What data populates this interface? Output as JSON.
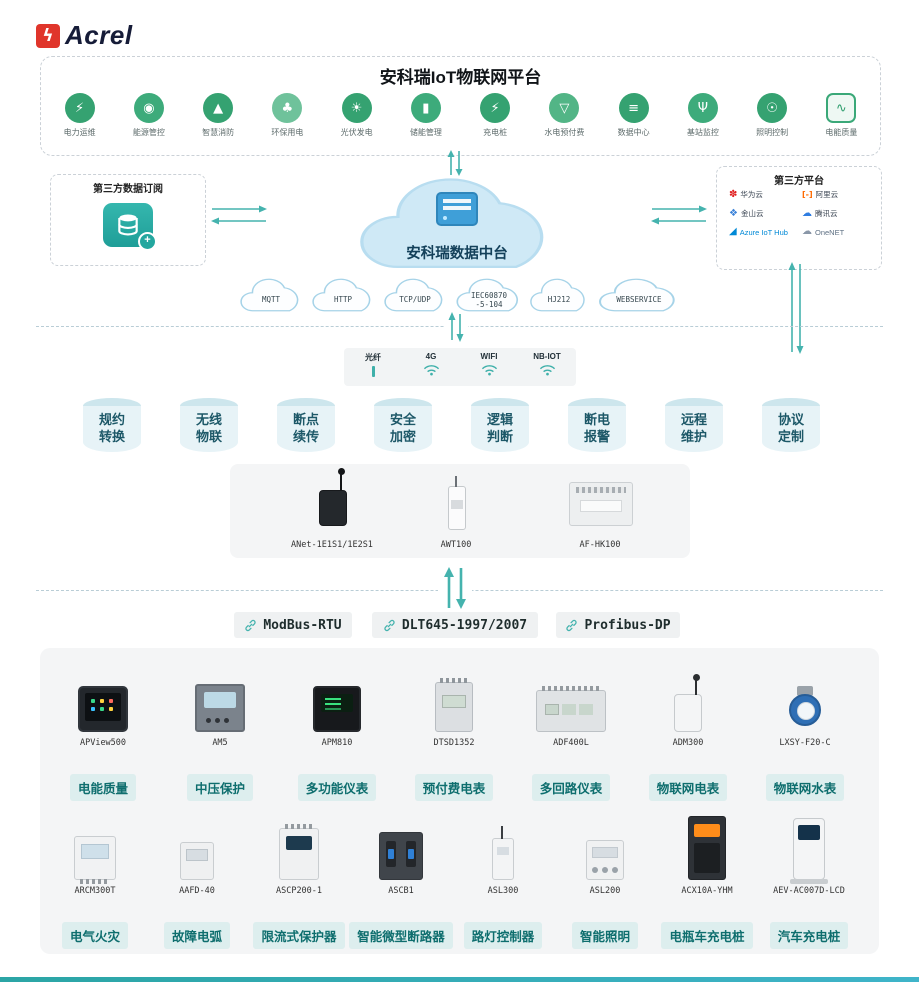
{
  "brand": {
    "name": "Acrel"
  },
  "colors": {
    "accent": "#45b3ae",
    "app_green": "#35a271",
    "tag_bg": "#ddeeee",
    "tag_text": "#0e6e6e"
  },
  "platform": {
    "title": "安科瑞IoT物联网平台",
    "apps": [
      {
        "label": "电力运维",
        "glyph": "⚡"
      },
      {
        "label": "能源管控",
        "glyph": "◉"
      },
      {
        "label": "智慧消防",
        "glyph": "▲"
      },
      {
        "label": "环保用电",
        "glyph": "♣"
      },
      {
        "label": "光伏发电",
        "glyph": "☀"
      },
      {
        "label": "储能管理",
        "glyph": "▮"
      },
      {
        "label": "充电桩",
        "glyph": "⚡"
      },
      {
        "label": "水电预付费",
        "glyph": "▽"
      },
      {
        "label": "数据中心",
        "glyph": "≡"
      },
      {
        "label": "基站监控",
        "glyph": "Ψ"
      },
      {
        "label": "照明控制",
        "glyph": "☉"
      },
      {
        "label": "电能质量",
        "glyph": "∿"
      }
    ]
  },
  "subscription": {
    "title": "第三方数据订阅"
  },
  "hub": {
    "title": "安科瑞数据中台"
  },
  "third_party": {
    "title": "第三方平台",
    "vendors": [
      {
        "name": "华为云",
        "glyph": "✽"
      },
      {
        "name": "阿里云",
        "glyph": "[-]"
      },
      {
        "name": "金山云",
        "glyph": "❖"
      },
      {
        "name": "腾讯云",
        "glyph": "☁"
      },
      {
        "name": "Azure IoT Hub",
        "glyph": "◢"
      },
      {
        "name": "OneNET",
        "glyph": "☁"
      }
    ]
  },
  "cloud_protocols": [
    {
      "label": "MQTT"
    },
    {
      "label": "HTTP"
    },
    {
      "label": "TCP/UDP"
    },
    {
      "label": "IEC60870\n-5-104"
    },
    {
      "label": "HJ212"
    },
    {
      "label": "WEBSERVICE"
    }
  ],
  "network": {
    "modes": [
      {
        "label": "光纤"
      },
      {
        "label": "4G"
      },
      {
        "label": "WIFI"
      },
      {
        "label": "NB-IOT"
      }
    ]
  },
  "features": [
    {
      "label": "规约\n转换"
    },
    {
      "label": "无线\n物联"
    },
    {
      "label": "断点\n续传"
    },
    {
      "label": "安全\n加密"
    },
    {
      "label": "逻辑\n判断"
    },
    {
      "label": "断电\n报警"
    },
    {
      "label": "远程\n维护"
    },
    {
      "label": "协议\n定制"
    }
  ],
  "gateways": [
    {
      "model": "ANet-1E1S1/1E2S1"
    },
    {
      "model": "AWT100"
    },
    {
      "model": "AF-HK100"
    }
  ],
  "field_protocols": [
    {
      "label": "ModBus-RTU"
    },
    {
      "label": "DLT645-1997/2007"
    },
    {
      "label": "Profibus-DP"
    }
  ],
  "catalog": {
    "row1": [
      {
        "model": "APView500",
        "category": "电能质量"
      },
      {
        "model": "AM5",
        "category": "中压保护"
      },
      {
        "model": "APM810",
        "category": "多功能仪表"
      },
      {
        "model": "DTSD1352",
        "category": "预付费电表"
      },
      {
        "model": "ADF400L",
        "category": "多回路仪表"
      },
      {
        "model": "ADM300",
        "category": "物联网电表"
      },
      {
        "model": "LXSY-F20-C",
        "category": "物联网水表"
      }
    ],
    "row2": [
      {
        "model": "ARCM300T",
        "category": "电气火灾"
      },
      {
        "model": "AAFD-40",
        "category": "故障电弧"
      },
      {
        "model": "ASCP200-1",
        "category": "限流式保护器"
      },
      {
        "model": "ASCB1",
        "category": "智能微型断路器"
      },
      {
        "model": "ASL300",
        "category": "路灯控制器"
      },
      {
        "model": "ASL200",
        "category": "智能照明"
      },
      {
        "model": "ACX10A-YHM",
        "category": "电瓶车充电桩"
      },
      {
        "model": "AEV-AC007D-LCD",
        "category": "汽车充电桩"
      }
    ]
  }
}
